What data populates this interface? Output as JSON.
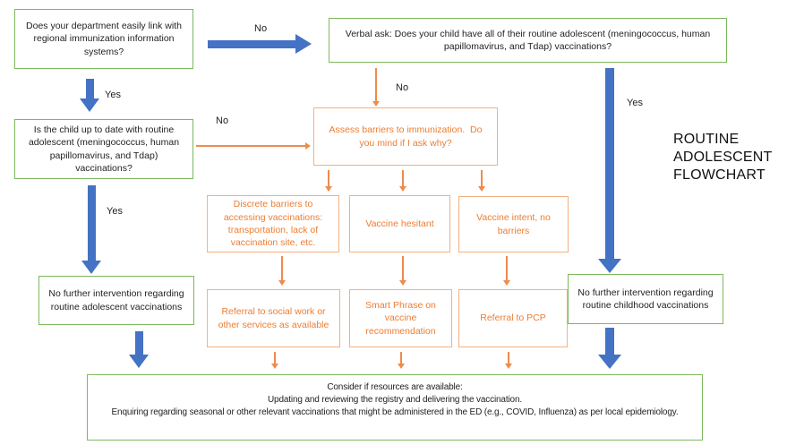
{
  "colors": {
    "green_border": "#7CB85C",
    "orange_accent": "#ED7D31",
    "orange_border": "#F4B183",
    "blue_arrow": "#4472C4"
  },
  "title_lines": [
    "ROUTINE",
    "ADOLESCENT",
    "FLOWCHART"
  ],
  "nodes": {
    "dept_link": "Does your department easily link with regional immunization information systems?",
    "verbal_ask": "Verbal ask: Does your child have all of their routine adolescent (meningococcus, human papillomavirus, and Tdap) vaccinations?",
    "child_up_to_date": "Is the child up to date with routine adolescent (meningococcus, human papillomavirus, and Tdap) vaccinations?",
    "assess_barriers": "Assess barriers to immunization.  Do you mind if I ask why?",
    "discrete_barriers": "Discrete barriers to accessing vaccinations:  transportation, lack of vaccination site, etc.",
    "vaccine_hesitant": "Vaccine hesitant",
    "vaccine_intent": "Vaccine intent, no barriers",
    "no_further_adolescent": "No further intervention regarding routine adolescent vaccinations",
    "referral_social_work": "Referral to social work or other services as available",
    "smart_phrase": "Smart Phrase on vaccine recommendation",
    "referral_pcp": "Referral to PCP",
    "no_further_childhood": "No further intervention regarding routine childhood vaccinations",
    "consider_resources": {
      "lines": [
        "Consider if resources are available:",
        "Updating and reviewing the registry and delivering the vaccination.",
        "Enquiring regarding seasonal or other relevant vaccinations that might be administered in the ED (e.g., COVID, Influenza) as per local epidemiology."
      ]
    }
  },
  "edge_labels": {
    "dept_to_verbal": "No",
    "dept_to_child": "Yes",
    "child_to_assess": "No",
    "verbal_to_assess": "No",
    "verbal_to_childhood": "Yes",
    "child_to_no_further": "Yes"
  }
}
